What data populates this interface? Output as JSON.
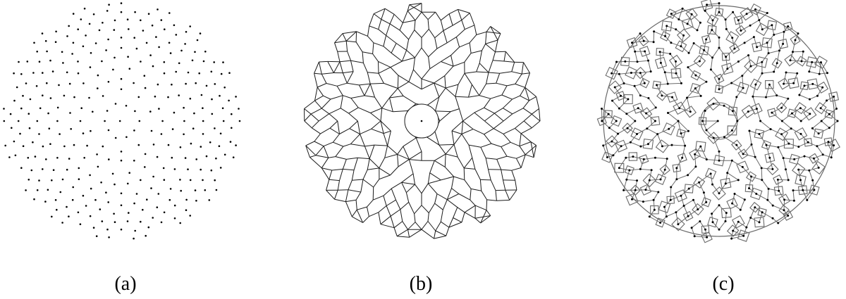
{
  "figure": {
    "panels": [
      {
        "id": "a",
        "caption": "(a)",
        "content": "point-pattern"
      },
      {
        "id": "b",
        "caption": "(b)",
        "content": "network-graph"
      },
      {
        "id": "c",
        "caption": "(c)",
        "content": "tiling-with-points"
      }
    ]
  },
  "colors": {
    "background": "#ffffff",
    "points": "#000000",
    "network_edges": "#1a1a1a",
    "tiling_edges": "#6a6a6a",
    "caption_text": "#000000"
  }
}
